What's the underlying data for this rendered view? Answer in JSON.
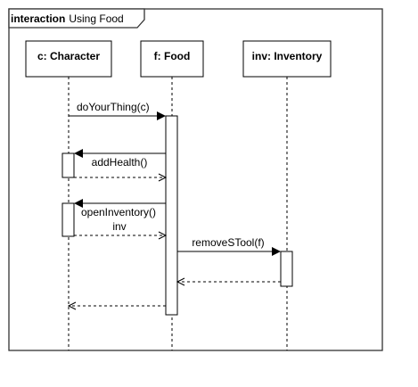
{
  "frame": {
    "keyword": "interaction",
    "name": "Using Food"
  },
  "lifelines": [
    {
      "id": "character",
      "label": "c: Character"
    },
    {
      "id": "food",
      "label": "f: Food"
    },
    {
      "id": "inventory",
      "label": "inv: Inventory"
    }
  ],
  "messages": [
    {
      "id": "do-your-thing",
      "label": "doYourThing(c)",
      "kind": "sync",
      "from": "character",
      "to": "food"
    },
    {
      "id": "add-health",
      "label": "addHealth()",
      "kind": "sync",
      "from": "food",
      "to": "character"
    },
    {
      "id": "add-health-return",
      "label": "",
      "kind": "return",
      "from": "character",
      "to": "food"
    },
    {
      "id": "open-inventory",
      "label": "openInventory()",
      "kind": "sync",
      "from": "food",
      "to": "character"
    },
    {
      "id": "open-inventory-return",
      "label": "inv",
      "kind": "return",
      "from": "character",
      "to": "food"
    },
    {
      "id": "remove-stool",
      "label": "removeSTool(f)",
      "kind": "sync",
      "from": "food",
      "to": "inventory"
    },
    {
      "id": "remove-stool-return",
      "label": "",
      "kind": "return",
      "from": "inventory",
      "to": "food"
    },
    {
      "id": "do-your-thing-return",
      "label": "",
      "kind": "return",
      "from": "food",
      "to": "character"
    }
  ],
  "colors": {
    "stroke": "#000000",
    "frame": "#333333",
    "fill": "#ffffff"
  }
}
